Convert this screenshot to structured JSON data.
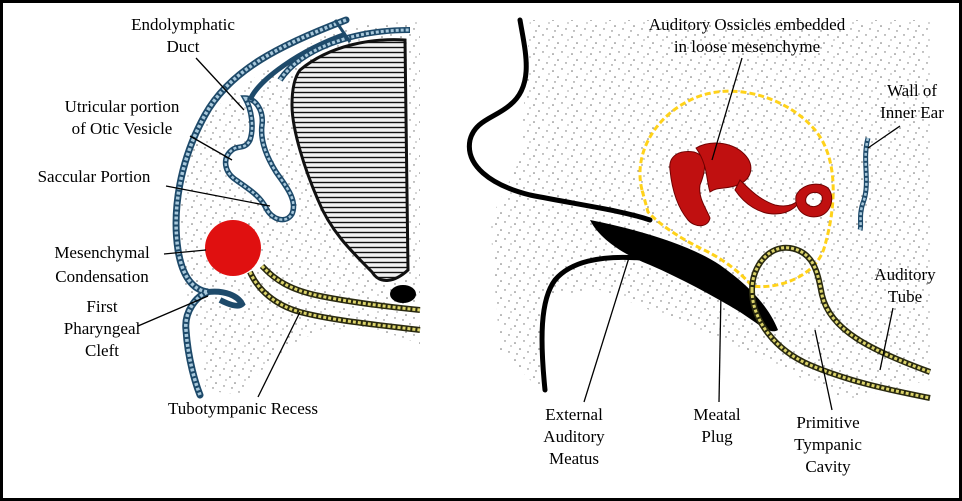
{
  "colors": {
    "frame": "#000000",
    "epithelium_fill": "#a9c9dc",
    "epithelium_stroke": "#1e4a6a",
    "endoderm_fill": "#dcd46a",
    "endoderm_stroke": "#2a2a10",
    "condensation": "#e01010",
    "ossicles": "#c01010",
    "ossicle_outline": "#ffd21a",
    "meatal_plug": "#000000",
    "stipple": "#6a6a6a"
  },
  "left_panel": {
    "labels": {
      "endolymphatic": [
        "Endolymphatic",
        "Duct"
      ],
      "utricular": [
        "Utricular portion",
        "of Otic Vesicle"
      ],
      "saccular": [
        "Saccular Portion"
      ],
      "mesenchymal": [
        "Mesenchymal",
        "Condensation"
      ],
      "pharyngeal": [
        "First",
        "Pharyngeal",
        "Cleft"
      ],
      "tubotympanic": [
        "Tubotympanic Recess"
      ]
    }
  },
  "right_panel": {
    "labels": {
      "ossicles": [
        "Auditory Ossicles embedded",
        "in loose mesenchyme"
      ],
      "inner_ear": [
        "Wall of",
        "Inner Ear"
      ],
      "auditory_tube": [
        "Auditory",
        "Tube"
      ],
      "external_meatus": [
        "External",
        "Auditory",
        "Meatus"
      ],
      "meatal_plug": [
        "Meatal",
        "Plug"
      ],
      "tympanic": [
        "Primitive",
        "Tympanic",
        "Cavity"
      ]
    }
  }
}
